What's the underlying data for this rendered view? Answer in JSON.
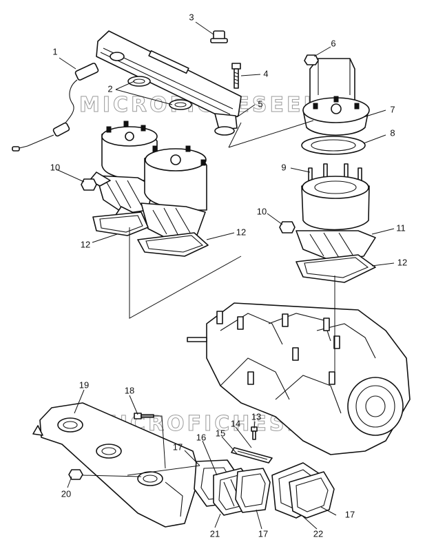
{
  "watermarks": [
    "MICROFICHESEEKER",
    "MICROFICHESEEKER"
  ],
  "callouts": {
    "c1": "1",
    "c2": "2",
    "c3": "3",
    "c4": "4",
    "c5": "5",
    "c6": "6",
    "c7": "7",
    "c8": "8",
    "c9": "9",
    "c10a": "10",
    "c10b": "10",
    "c11": "11",
    "c12a": "12",
    "c12b": "12",
    "c12c": "12",
    "c13": "13",
    "c14": "14",
    "c15": "15",
    "c16": "16",
    "c17a": "17",
    "c17b": "17",
    "c17c": "17",
    "c18": "18",
    "c19": "19",
    "c20": "20",
    "c21": "21",
    "c22": "22"
  }
}
